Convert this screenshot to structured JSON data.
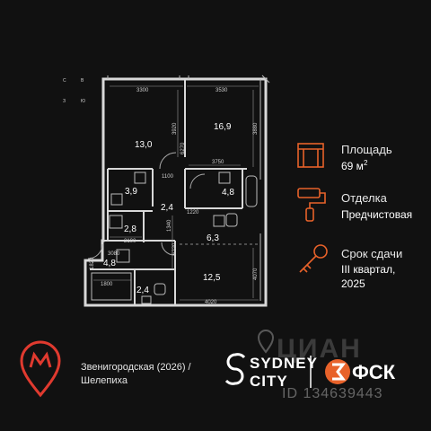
{
  "compass": {
    "n": "С",
    "s": "З",
    "e": "В",
    "w": "Ю"
  },
  "rooms": [
    {
      "id": "r1",
      "area": "13,0"
    },
    {
      "id": "r2",
      "area": "16,9"
    },
    {
      "id": "r3",
      "area": "3,9"
    },
    {
      "id": "r4",
      "area": "2,4"
    },
    {
      "id": "r5",
      "area": "4,8"
    },
    {
      "id": "r6",
      "area": "2,8"
    },
    {
      "id": "r7",
      "area": "6,3"
    },
    {
      "id": "r8",
      "area": "4,8"
    },
    {
      "id": "r9",
      "area": "12,5"
    },
    {
      "id": "r10",
      "area": "2,4"
    }
  ],
  "dims": {
    "d3300": "3300",
    "d3530": "3530",
    "d3920": "3920",
    "d3880": "3880",
    "d6270": "6270",
    "d1100": "1100",
    "d3750": "3750",
    "d1340": "1340",
    "d1220": "1220",
    "d2100": "2100",
    "d6220": "6220",
    "d3080": "3080",
    "d1820": "1820",
    "d1800": "1800",
    "d4070": "4070",
    "d4020": "4020"
  },
  "info": {
    "area_label": "Площадь",
    "area_value": "69 м",
    "area_sup": "2",
    "finish_label": "Отделка",
    "finish_value": "Предчистовая",
    "deadline_label": "Срок сдачи",
    "deadline_line1": "III квартал,",
    "deadline_line2": "2025"
  },
  "metro": {
    "line1": "Звенигородская (2026) /",
    "line2": "Шелепиха"
  },
  "brand": {
    "line1": "SYDNEY",
    "line2": "CITY",
    "fsk": "ФСК"
  },
  "watermark": {
    "id": "ID 134639443",
    "site": "ЦИАН"
  },
  "colors": {
    "accent": "#e8622a",
    "background": "#111111",
    "wall": "#d8d8d8"
  }
}
